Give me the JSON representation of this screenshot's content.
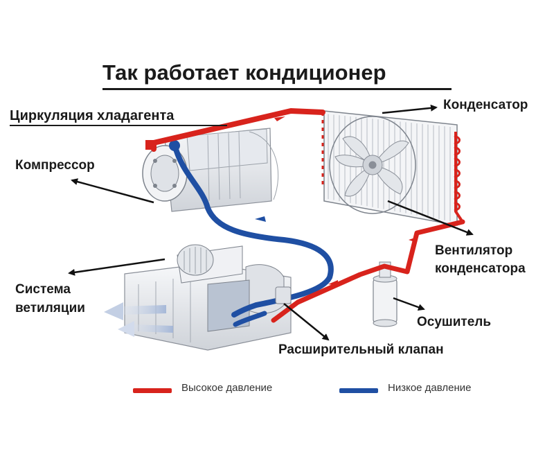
{
  "title": "Так работает кондиционер",
  "subtitle": "Циркуляция хладагента",
  "labels": {
    "compressor": "Компрессор",
    "condenser": "Конденсатор",
    "fan_line1": "Вентилятор",
    "fan_line2": "конденсатора",
    "vent_line1": "Система",
    "vent_line2": "ветиляции",
    "dryer": "Осушитель",
    "expansion_valve": "Расширительный клапан"
  },
  "legend": [
    {
      "name": "Высокое давление",
      "color": "#d8231c"
    },
    {
      "name": "Низкое давление",
      "color": "#1f4fa3"
    }
  ],
  "colors": {
    "high_pressure": "#d8231c",
    "low_pressure": "#1f4fa3",
    "components_outline": "#8a8f98",
    "components_fill": "#eef0f3",
    "text": "#1a1a1a"
  }
}
